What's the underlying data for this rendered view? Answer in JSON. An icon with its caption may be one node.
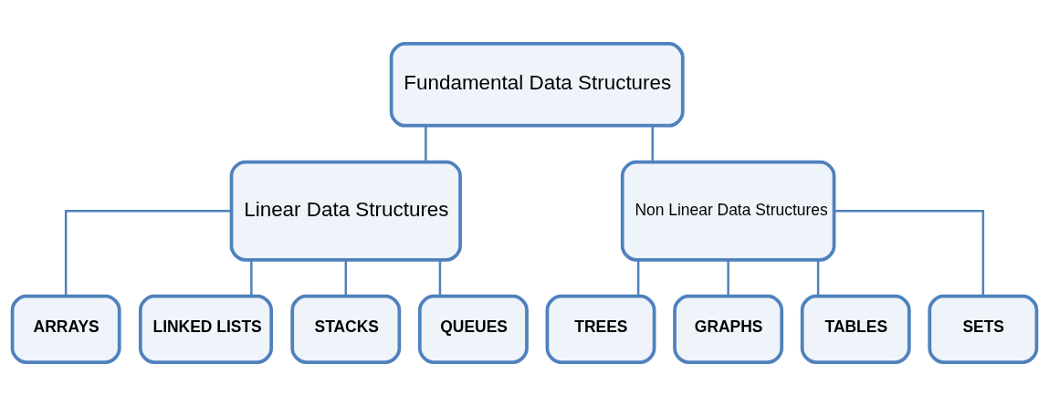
{
  "diagram": {
    "nodes": [
      {
        "text": [
          "Fundamental Data Structures"
        ]
      },
      {
        "text": [
          "Linear Data Structures"
        ]
      },
      {
        "text": [
          "Non Linear Data Structures"
        ]
      },
      {
        "text": [
          "ARRAYS"
        ]
      },
      {
        "text": [
          "LINKED LISTS"
        ]
      },
      {
        "text": [
          "STACKS"
        ]
      },
      {
        "text": [
          "QUEUES"
        ]
      },
      {
        "text": [
          "TREES"
        ]
      },
      {
        "text": [
          "GRAPHS"
        ]
      },
      {
        "text": [
          "TABLES"
        ]
      },
      {
        "text": [
          "SETS"
        ]
      }
    ],
    "edges": [
      {
        "from": 0,
        "to": 1,
        "arrow": "none"
      },
      {
        "from": 0,
        "to": 2,
        "arrow": "none"
      },
      {
        "from": 1,
        "to": 3,
        "arrow": "none"
      },
      {
        "from": 1,
        "to": 4,
        "arrow": "none"
      },
      {
        "from": 1,
        "to": 5,
        "arrow": "none"
      },
      {
        "from": 1,
        "to": 6,
        "arrow": "none"
      },
      {
        "from": 2,
        "to": 7,
        "arrow": "none"
      },
      {
        "from": 2,
        "to": 8,
        "arrow": "none"
      },
      {
        "from": 2,
        "to": 9,
        "arrow": "none"
      },
      {
        "from": 2,
        "to": 10,
        "arrow": "none"
      }
    ]
  }
}
